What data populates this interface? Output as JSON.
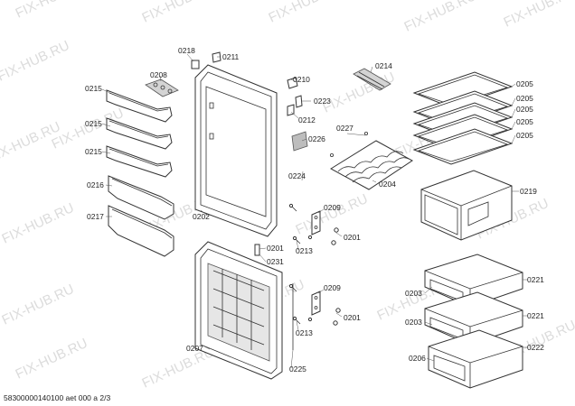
{
  "watermark": "FIX-HUB.RU",
  "doc_id": "58300000140100 aet 000 a 2/3",
  "labels": {
    "p0218": "0218",
    "p0211": "0211",
    "p0208": "0208",
    "p0215a": "0215",
    "p0215b": "0215",
    "p0215c": "0215",
    "p0216": "0216",
    "p0217": "0217",
    "p0210": "0210",
    "p0223": "0223",
    "p0212": "0212",
    "p0214": "0214",
    "p0205a": "0205",
    "p0205b": "0205",
    "p0205c": "0205",
    "p0205d": "0205",
    "p0205e": "0205",
    "p0227": "0227",
    "p0226": "0226",
    "p0224": "0224",
    "p0204": "0204",
    "p0202": "0202",
    "p0209a": "0209",
    "p0201a": "0201",
    "p0213a": "0213",
    "p0201b": "0201",
    "p0231": "0231",
    "p0219": "0219",
    "p0209b": "0209",
    "p0201c": "0201",
    "p0213b": "0213",
    "p0207": "0207",
    "p0225": "0225",
    "p0203a": "0203",
    "p0221a": "0221",
    "p0203b": "0203",
    "p0221b": "0221",
    "p0206": "0206",
    "p0222": "0222"
  }
}
